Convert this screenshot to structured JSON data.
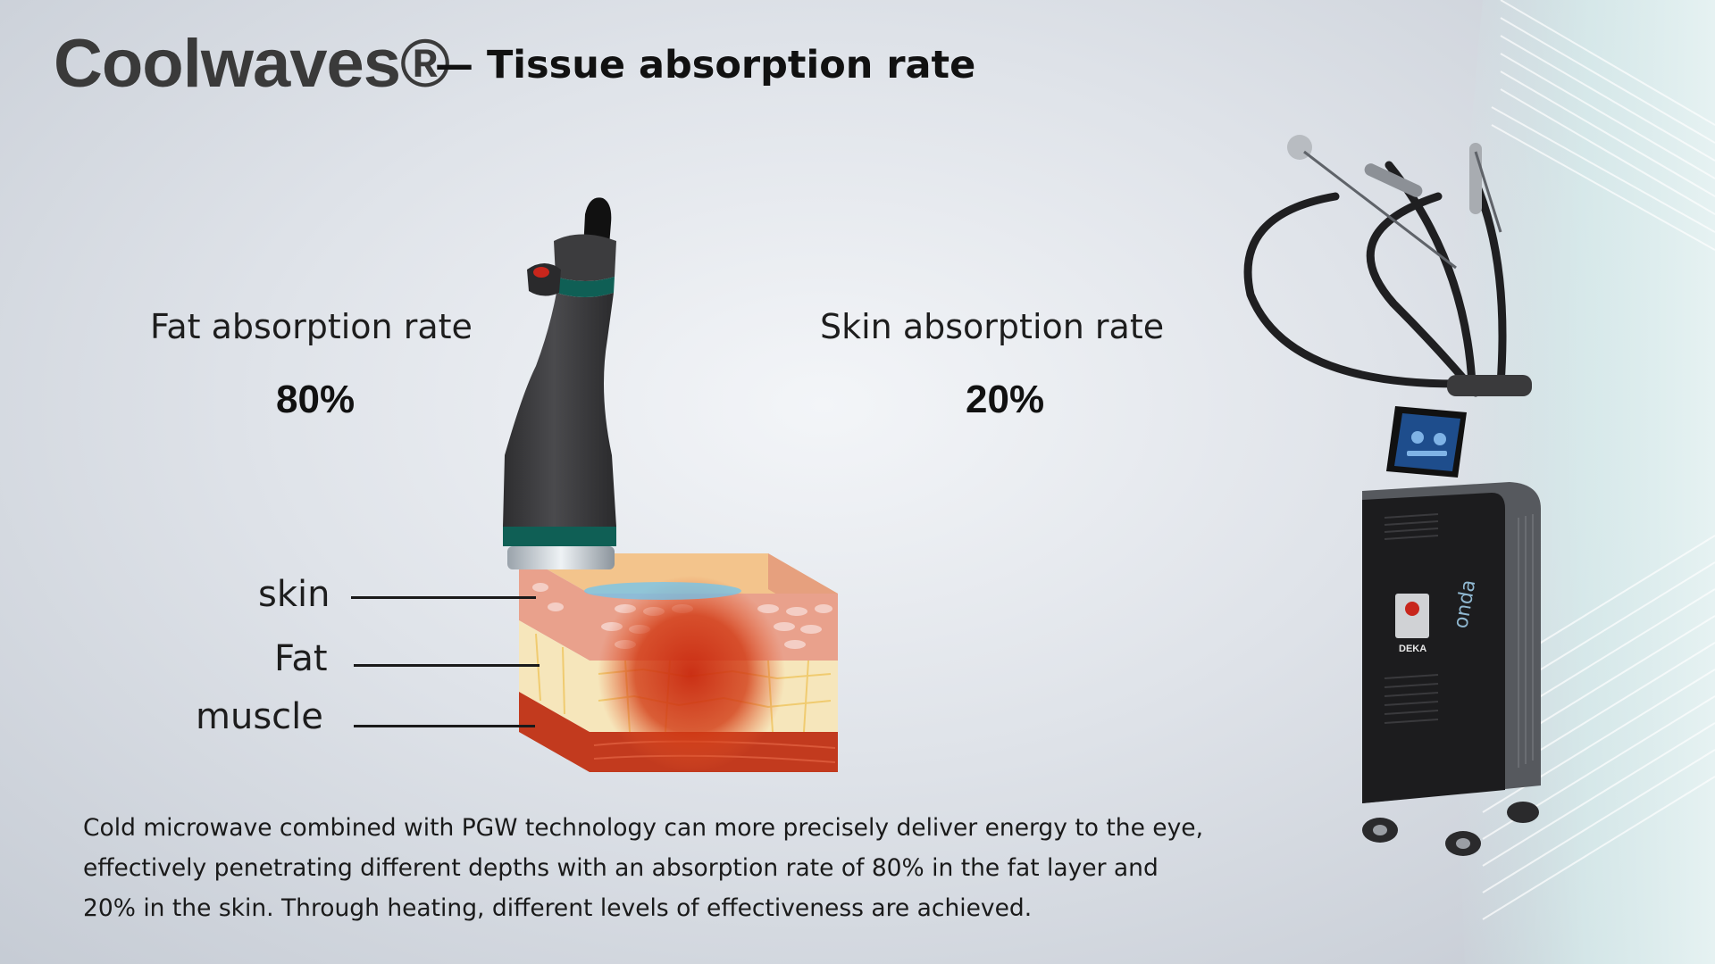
{
  "title": {
    "brand": "Coolwaves®",
    "subtitle": "— Tissue absorption rate"
  },
  "metrics": {
    "fat": {
      "label": "Fat absorption rate",
      "value": "80%"
    },
    "skin": {
      "label": "Skin absorption rate",
      "value": "20%"
    }
  },
  "layers": [
    "skin",
    "Fat",
    "muscle"
  ],
  "device": {
    "brand_text": "DEKA",
    "logo_text": "onda"
  },
  "description": [
    "Cold microwave combined with PGW technology can more precisely deliver energy to the eye,",
    "effectively penetrating different depths with an absorption rate of 80% in the fat layer and",
    "20% in the skin. Through heating, different levels of effectiveness are achieved."
  ],
  "colors": {
    "handpiece_band": "#0f5f55",
    "handpiece_body": "#3b3b3d",
    "heat_zone": "#c8260c",
    "skin_layer": "#e8a48c",
    "fat_layer": "#f6e6bb",
    "muscle_layer": "#c23a1e"
  }
}
